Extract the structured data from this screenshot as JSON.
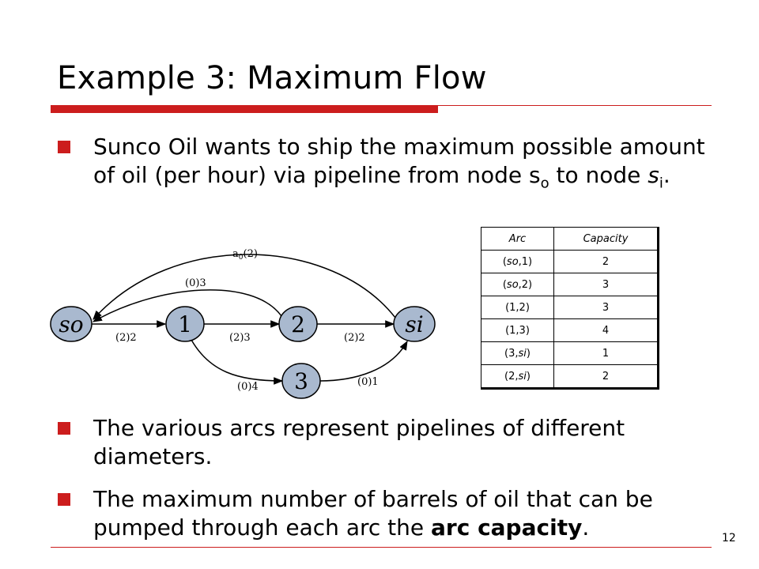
{
  "slide": {
    "title": "Example 3: Maximum Flow",
    "page_number": "12"
  },
  "bullets": [
    {
      "part1": "Sunco Oil wants to ship the maximum possible amount of oil (per hour) via pipeline from node s",
      "sub1": "o",
      "part2": " to node ",
      "italic": "s",
      "sub2": "i",
      "part3": "."
    },
    {
      "text": "The various arcs represent pipelines of different diameters."
    },
    {
      "text_before": "The  maximum number of barrels of oil that can be pumped through each arc the ",
      "bold": "arc capacity",
      "text_after": "."
    }
  ],
  "network": {
    "nodes": {
      "so": "so",
      "n1": "1",
      "n2": "2",
      "n3": "3",
      "si": "si"
    },
    "edge_labels": {
      "a0_main": "a",
      "a0_sub": "0",
      "a0_value": "(2)",
      "e21": "(0)3",
      "so1": "(2)2",
      "e12": "(2)3",
      "e2si": "(2)2",
      "e13": "(0)4",
      "e3si": "(0)1"
    },
    "colors": {
      "node_fill": "#a9b9cf",
      "stroke": "#000000"
    }
  },
  "table": {
    "headers": [
      "Arc",
      "Capacity"
    ],
    "rows": [
      {
        "arc_pre": "(",
        "arc_it1": "so",
        "arc_mid": ",1)",
        "arc_it2": "",
        "arc_post": "",
        "capacity": "2"
      },
      {
        "arc_pre": "(",
        "arc_it1": "so",
        "arc_mid": ",2)",
        "arc_it2": "",
        "arc_post": "",
        "capacity": "3"
      },
      {
        "arc_pre": "(1,2)",
        "arc_it1": "",
        "arc_mid": "",
        "arc_it2": "",
        "arc_post": "",
        "capacity": "3"
      },
      {
        "arc_pre": "(1,3)",
        "arc_it1": "",
        "arc_mid": "",
        "arc_it2": "",
        "arc_post": "",
        "capacity": "4"
      },
      {
        "arc_pre": "(3,",
        "arc_it1": "",
        "arc_mid": "",
        "arc_it2": "si",
        "arc_post": ")",
        "capacity": "1"
      },
      {
        "arc_pre": "(2,",
        "arc_it1": "",
        "arc_mid": "",
        "arc_it2": "si",
        "arc_post": ")",
        "capacity": "2"
      }
    ]
  },
  "theme": {
    "accent": "#cc1d1d"
  }
}
